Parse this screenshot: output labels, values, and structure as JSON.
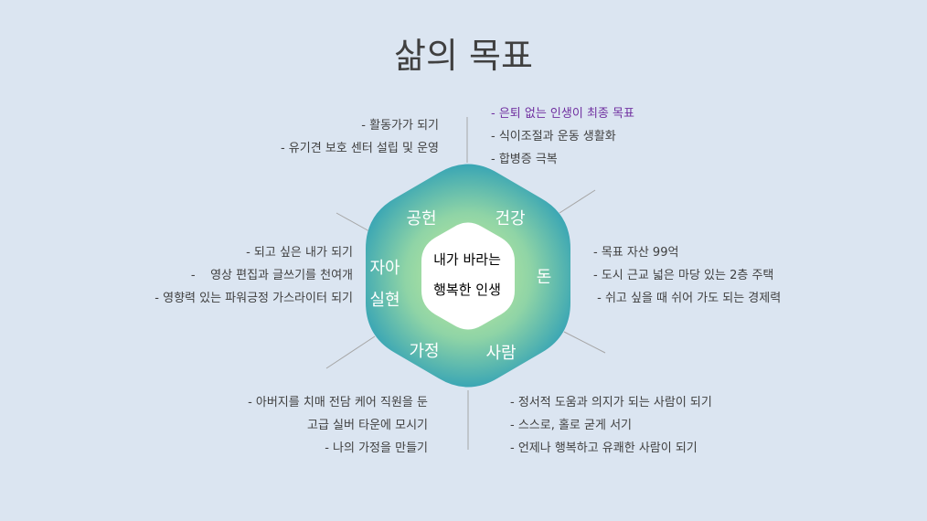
{
  "title": "삶의 목표",
  "center": {
    "line1": "내가 바라는",
    "line2": "행복한 인생"
  },
  "segments": {
    "contribution": "공헌",
    "health": "건강",
    "money": "돈",
    "people": "사람",
    "family": "가정",
    "self_line1": "자아",
    "self_line2": "실현"
  },
  "notes": {
    "contribution": [
      "- 활동가가 되기",
      "- 유기견 보호 센터 설립 및 운영"
    ],
    "health": [
      "- 은퇴 없는 인생이 최종 목표",
      "- 식이조절과 운동 생활화",
      "- 합병증 극복"
    ],
    "money": [
      "- 목표 자산 99억",
      "- 도시 근교 넓은 마당 있는 2층 주택",
      " - 쉬고 싶을 때 쉬어 가도 되는 경제력"
    ],
    "self": [
      "- 되고 싶은 내가 되기",
      "-    영상 편집과 글쓰기를 천여개",
      "- 영향력 있는 파워긍정 가스라이터 되기"
    ],
    "family": [
      "- 아버지를 치매 전담 케어 직원을 둔",
      "고급 실버 타운에 모시기",
      "- 나의 가정을 만들기"
    ],
    "people": [
      "- 정서적 도움과 의지가 되는 사람이 되기",
      "- 스스로, 홀로 굳게 서기",
      "- 언제나 행복하고 유쾌한 사람이 되기"
    ]
  },
  "colors": {
    "background": "#dbe5f1",
    "ring_outer": "#35a3b5",
    "ring_inner": "#c9ef9c",
    "highlight": "#7030a0",
    "text": "#404040"
  }
}
